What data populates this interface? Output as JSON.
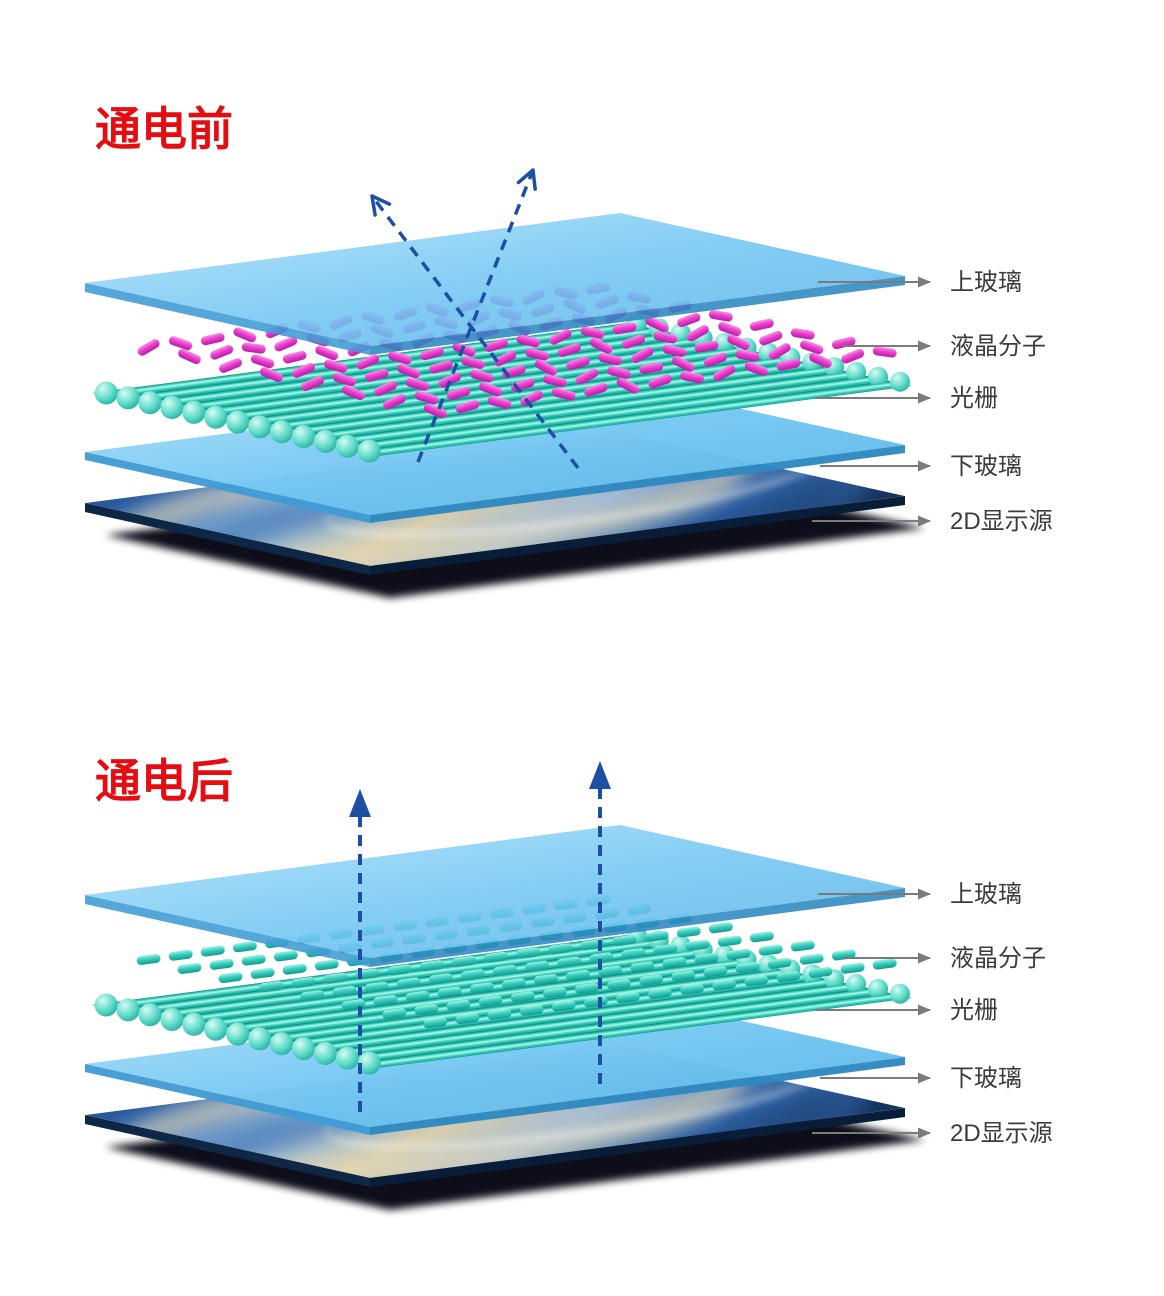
{
  "colors": {
    "background": "#ffffff",
    "title": "#e60d12",
    "glass_blue": "#74c7f3",
    "grating_teal": "#2cc4b4",
    "molecules_before_pink": "#ea3fd0",
    "molecules_after_teal": "#37cdbc",
    "ray": "#1d4fa3",
    "label_line": "#7b7b7b",
    "label_text": "#3b3b3b"
  },
  "panels": [
    {
      "id": "before",
      "title": "通电前",
      "ray_style": "crossed",
      "molecule_alignment": "tilted",
      "labels": [
        {
          "text": "上玻璃"
        },
        {
          "text": "液晶分子"
        },
        {
          "text": "光栅"
        },
        {
          "text": "下玻璃"
        },
        {
          "text": "2D显示源"
        }
      ]
    },
    {
      "id": "after",
      "title": "通电后",
      "ray_style": "parallel",
      "molecule_alignment": "aligned",
      "labels": [
        {
          "text": "上玻璃"
        },
        {
          "text": "液晶分子"
        },
        {
          "text": "光栅"
        },
        {
          "text": "下玻璃"
        },
        {
          "text": "2D显示源"
        }
      ]
    }
  ]
}
